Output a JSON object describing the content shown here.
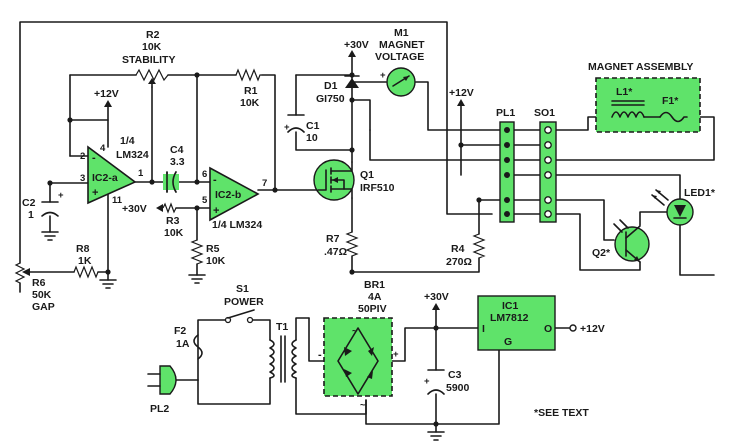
{
  "labels": {
    "r2_name": "R2",
    "r2_value": "10K",
    "r2_func": "STABILITY",
    "m1_name": "M1",
    "m1_func1": "MAGNET",
    "m1_func2": "VOLTAGE",
    "plus30_top": "+30V",
    "d1_name": "D1",
    "d1_type": "GI750",
    "c1_name": "C1",
    "c1_value": "10",
    "r1_name": "R1",
    "r1_value": "10K",
    "plus12_left": "+12V",
    "plus12_right": "+12V",
    "ic2a_fraction": "1/4",
    "ic2a_part": "LM324",
    "ic2a_name": "IC2-a",
    "ic2b_name": "IC2-b",
    "ic2b_part": "1/4 LM324",
    "c4_name": "C4",
    "c4_value": "3.3",
    "c2_name": "C2",
    "c2_value": "1",
    "plus30_r3": "+30V",
    "r3_name": "R3",
    "r3_value": "10K",
    "r5_name": "R5",
    "r5_value": "10K",
    "r8_name": "R8",
    "r8_value": "1K",
    "r6_name": "R6",
    "r6_value": "50K",
    "r6_func": "GAP",
    "q1_name": "Q1",
    "q1_type": "IRF510",
    "r7_name": "R7",
    "r7_value": ".47Ω",
    "r4_name": "R4",
    "r4_value": "270Ω",
    "pl1": "PL1",
    "so1": "SO1",
    "magnet_assembly": "MAGNET ASSEMBLY",
    "l1": "L1*",
    "f1": "F1*",
    "led1": "LED1*",
    "q2": "Q2*",
    "s1_name": "S1",
    "s1_func": "POWER",
    "f2_name": "F2",
    "f2_value": "1A",
    "t1": "T1",
    "pl2": "PL2",
    "br1_name": "BR1",
    "br1_value1": "4A",
    "br1_value2": "50PIV",
    "plus30_bottom": "+30V",
    "c3_name": "C3",
    "c3_value": "5900",
    "ic1_name": "IC1",
    "ic1_part": "LM7812",
    "ic1_in": "I",
    "ic1_out": "O",
    "ic1_gnd": "G",
    "out12": "+12V",
    "see_text": "*SEE TEXT",
    "pin_4": "4",
    "pin_2": "2",
    "pin_3": "3",
    "pin_11": "11",
    "pin_1": "1",
    "pin_6": "6",
    "pin_5": "5",
    "pin_7": "7",
    "amp_minus": "-",
    "amp_plus": "+",
    "cap_plus": "+",
    "ac_mark": "~"
  },
  "colors": {
    "component_fill": "#5fe36a",
    "ink": "#1a1a1a",
    "background": "#ffffff"
  },
  "icons": [
    "opamp-icon",
    "mosfet-icon",
    "diode-icon",
    "resistor-icon",
    "capacitor-icon",
    "ground-icon",
    "transformer-icon",
    "fuse-icon",
    "led-icon",
    "phototransistor-icon",
    "meter-icon",
    "switch-icon",
    "bridge-rectifier-icon",
    "plug-icon"
  ]
}
